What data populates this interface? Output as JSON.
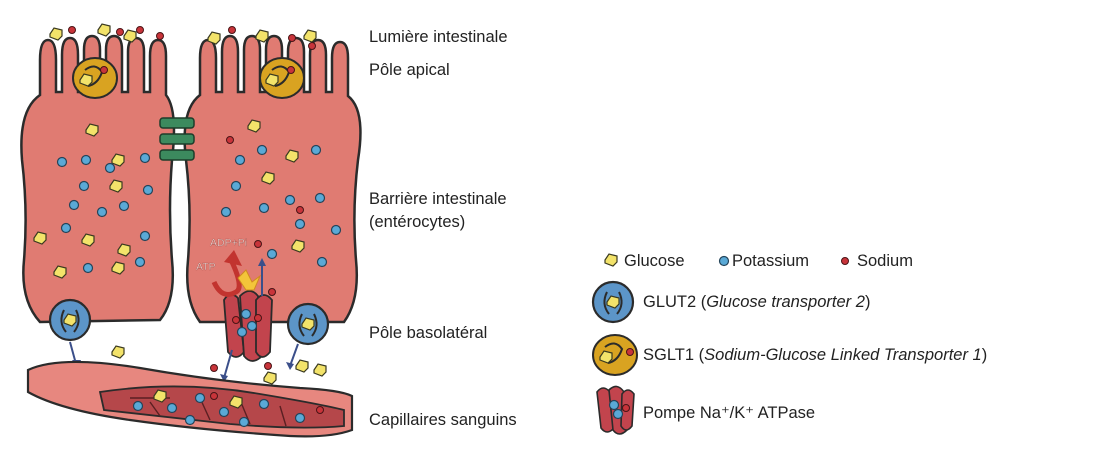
{
  "labels": {
    "lumen": "Lumière intestinale",
    "apical": "Pôle apical",
    "barrier_line1": "Barrière intestinale",
    "barrier_line2": "(entérocytes)",
    "basolateral": "Pôle basolatéral",
    "capillaries": "Capillaires sanguins"
  },
  "cell_annotations": {
    "adp_pi": "ADP+Pi",
    "atp": "ATP"
  },
  "legend": {
    "glucose": "Glucose",
    "potassium": "Potassium",
    "sodium": "Sodium",
    "glut2_prefix": "GLUT2 (",
    "glut2_italic": "Glucose transporter 2",
    "glut2_suffix": ")",
    "sglt1_prefix": "SGLT1 (",
    "sglt1_italic": "Sodium-Glucose Linked Transporter 1",
    "sglt1_suffix": ")",
    "pump": "Pompe Na⁺/K⁺ ATPase"
  },
  "colors": {
    "cell_fill": "#e07b72",
    "cell_stroke": "#2b2b2b",
    "glucose": "#f3e36a",
    "potassium": "#5aa9d6",
    "sodium": "#c8343a",
    "glut2": "#5c95c8",
    "sglt1": "#d9a321",
    "pump": "#c2444d",
    "junction": "#3c8a5e",
    "vessel_fill": "#e7877f",
    "vessel_inner": "#b5474a"
  }
}
